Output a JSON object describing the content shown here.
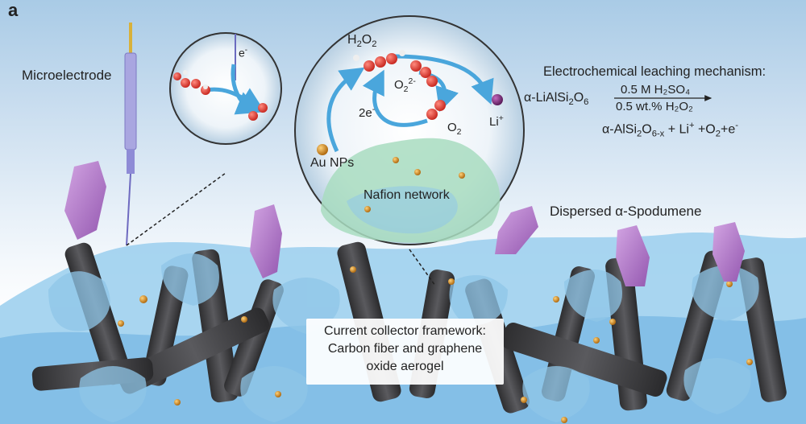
{
  "panel_letter": "a",
  "labels": {
    "microelectrode": "Microelectrode",
    "e_minus": "e",
    "h2o2_main": "H",
    "h2o2_sub1": "2",
    "h2o2_mid": "O",
    "h2o2_sub2": "2",
    "o2_2minus_main": "O",
    "o2_2minus_sub": "2",
    "o2_2minus_sup": "2-",
    "two_e": "2e",
    "o2_main": "O",
    "o2_sub": "2",
    "li_main": "Li",
    "li_sup": "+",
    "au_nps": "Au NPs",
    "nafion_network": "Nafion network",
    "dispersed_spodumene": "Dispersed α-Spodumene"
  },
  "mechanism": {
    "title": "Electrochemical leaching mechanism:",
    "reactant_a": "α-LiAlSi",
    "reactant_sub1": "2",
    "reactant_b": "O",
    "reactant_sub2": "6",
    "condition_top": "0.5 M H₂SO₄",
    "condition_bottom": "0.5 wt.% H₂O₂",
    "product_a": "α-AlSi",
    "product_sub1": "2",
    "product_b": "O",
    "product_sub2": "6-x",
    "product_c": " + Li",
    "product_sup1": "+",
    "product_d": " +O",
    "product_sub3": "2",
    "product_e": "+e",
    "product_sup2": "-"
  },
  "current_collector": {
    "line1": "Current collector framework:",
    "line2": "Carbon fiber and graphene",
    "line3": "oxide aerogel"
  },
  "colors": {
    "arrow_blue": "#4aa6dc",
    "oxygen_red": "#e0413a",
    "fiber_dark": "#3e3e40",
    "graphene_blue": "#8fc6e8",
    "spodumene_purple": "#b27ac9",
    "au_gold": "#d08a1c",
    "nafion_green": "#a8dcc0",
    "li_purple": "#7a2a78"
  },
  "icons": {
    "microelectrode": "microelectrode-probe-icon",
    "li_ion": "lithium-ion-sphere-icon",
    "au_np": "gold-nanoparticle-icon"
  }
}
